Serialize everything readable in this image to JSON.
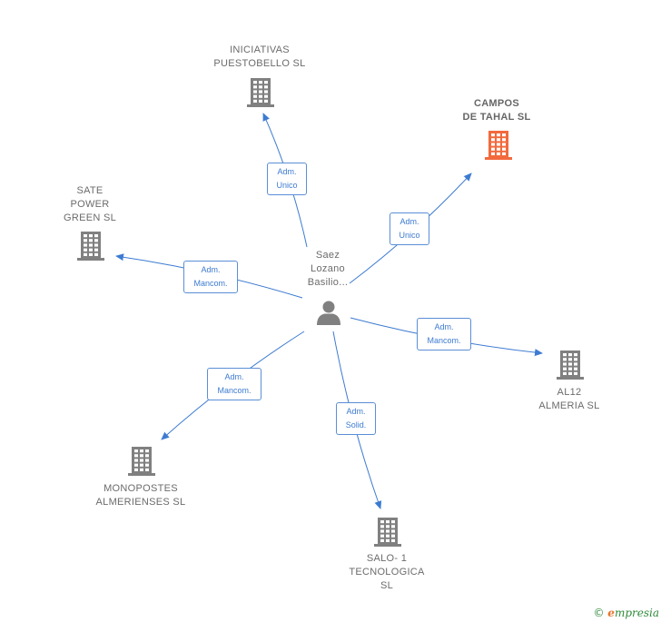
{
  "center": {
    "label": "Saez\nLozano\nBasilio..."
  },
  "companies": [
    {
      "id": "iniciativas",
      "label": "INICIATIVAS\nPUESTOBELLO SL",
      "highlight": false
    },
    {
      "id": "campos",
      "label": "CAMPOS\nDE TAHAL  SL",
      "highlight": true
    },
    {
      "id": "sate",
      "label": "SATE\nPOWER\nGREEN  SL",
      "highlight": false
    },
    {
      "id": "al12",
      "label": "AL12\nALMERIA SL",
      "highlight": false
    },
    {
      "id": "monopostes",
      "label": "MONOPOSTES\nALMERIENSES SL",
      "highlight": false
    },
    {
      "id": "salo",
      "label": "SALO- 1\nTECNOLOGICA\nSL",
      "highlight": false
    }
  ],
  "relations": [
    {
      "target": "iniciativas",
      "label": "Adm.\nUnico"
    },
    {
      "target": "campos",
      "label": "Adm.\nUnico"
    },
    {
      "target": "sate",
      "label": "Adm.\nMancom."
    },
    {
      "target": "al12",
      "label": "Adm.\nMancom."
    },
    {
      "target": "monopostes",
      "label": "Adm.\nMancom."
    },
    {
      "target": "salo",
      "label": "Adm.\nSolid."
    }
  ],
  "colors": {
    "edge": "#3d7bd1",
    "building": "#808080",
    "building_highlight": "#f26a3d",
    "person": "#808080"
  },
  "footer": {
    "copyright": "©",
    "brand_initial": "e",
    "brand_rest": "mpresia"
  }
}
